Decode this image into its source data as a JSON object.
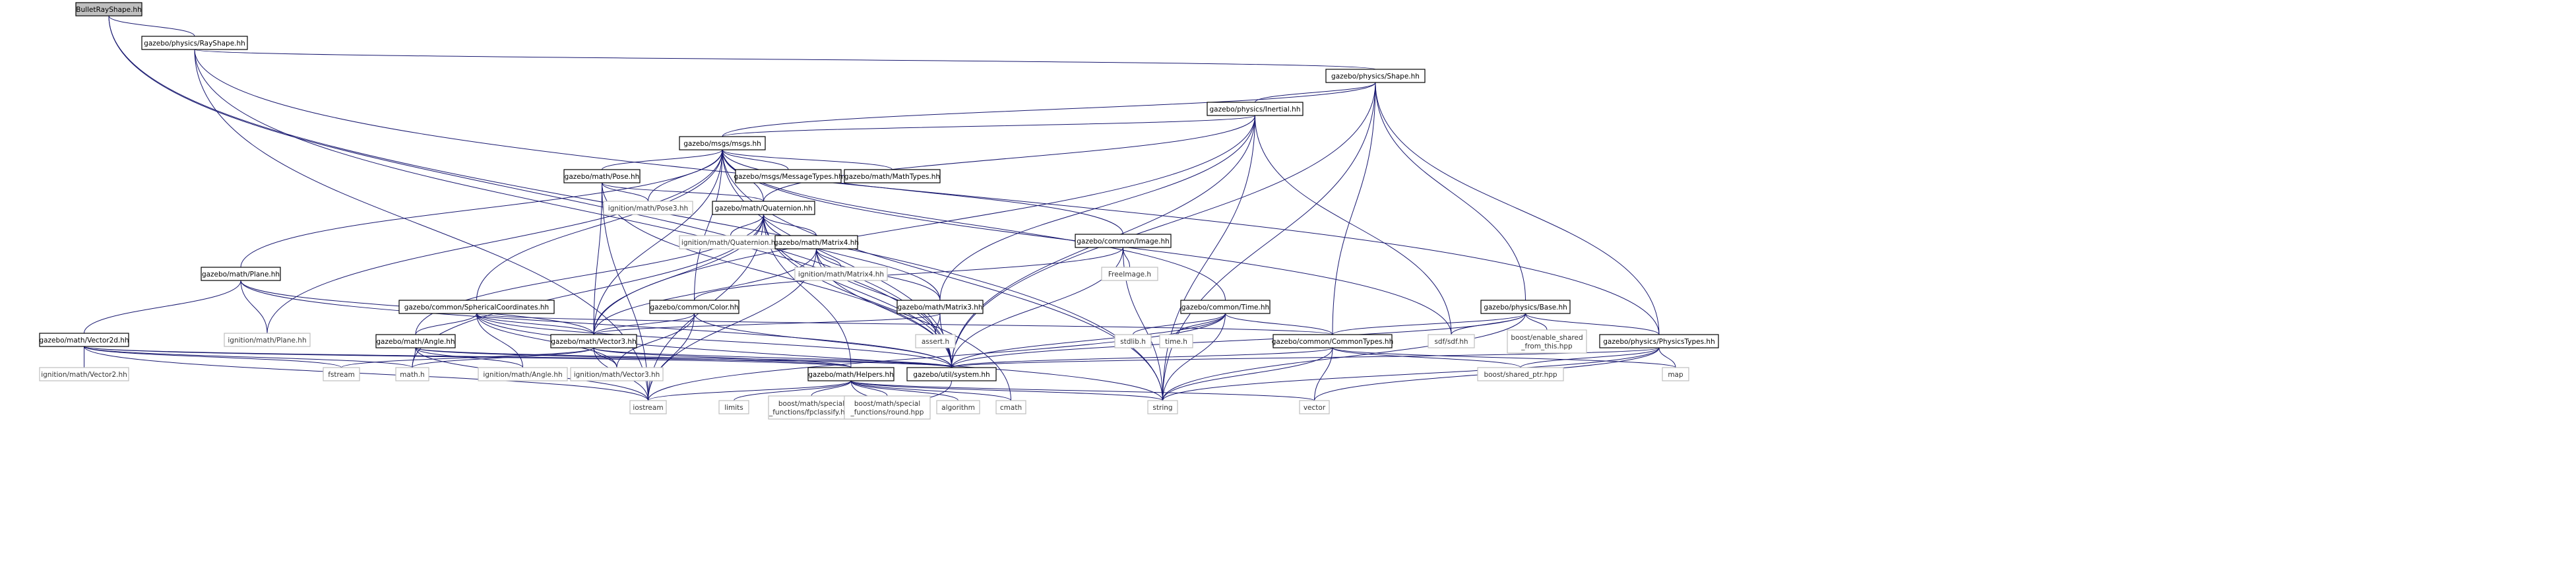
{
  "diagram": {
    "type": "include-dependency-graph",
    "colors": {
      "root_fill": "#bfbfbf",
      "node_border": "#000000",
      "external_border": "#bfbfbf",
      "edge": "#191970",
      "background": "#ffffff"
    },
    "nodes": [
      {
        "id": "root",
        "label": "BulletRayShape.hh",
        "kind": "root"
      },
      {
        "id": "rayshape",
        "label": "gazebo/physics/RayShape.hh",
        "kind": "doc"
      },
      {
        "id": "shape",
        "label": "gazebo/physics/Shape.hh",
        "kind": "doc"
      },
      {
        "id": "inertial",
        "label": "gazebo/physics/Inertial.hh",
        "kind": "doc"
      },
      {
        "id": "msgs",
        "label": "gazebo/msgs/msgs.hh",
        "kind": "doc"
      },
      {
        "id": "pose",
        "label": "gazebo/math/Pose.hh",
        "kind": "doc"
      },
      {
        "id": "msgtypes",
        "label": "gazebo/msgs/MessageTypes.hh",
        "kind": "doc"
      },
      {
        "id": "mathtypes",
        "label": "gazebo/math/MathTypes.hh",
        "kind": "doc"
      },
      {
        "id": "ignpose3",
        "label": "ignition/math/Pose3.hh",
        "kind": "ext"
      },
      {
        "id": "quat",
        "label": "gazebo/math/Quaternion.hh",
        "kind": "doc"
      },
      {
        "id": "ignquat",
        "label": "ignition/math/Quaternion.hh",
        "kind": "ext"
      },
      {
        "id": "mat4",
        "label": "gazebo/math/Matrix4.hh",
        "kind": "doc"
      },
      {
        "id": "ignmat4",
        "label": "ignition/math/Matrix4.hh",
        "kind": "ext"
      },
      {
        "id": "image",
        "label": "gazebo/common/Image.hh",
        "kind": "doc"
      },
      {
        "id": "freeimage",
        "label": "FreeImage.h",
        "kind": "ext"
      },
      {
        "id": "plane",
        "label": "gazebo/math/Plane.hh",
        "kind": "doc"
      },
      {
        "id": "sphcoord",
        "label": "gazebo/common/SphericalCoordinates.hh",
        "kind": "doc"
      },
      {
        "id": "color",
        "label": "gazebo/common/Color.hh",
        "kind": "doc"
      },
      {
        "id": "mat3",
        "label": "gazebo/math/Matrix3.hh",
        "kind": "doc"
      },
      {
        "id": "time",
        "label": "gazebo/common/Time.hh",
        "kind": "doc"
      },
      {
        "id": "base",
        "label": "gazebo/physics/Base.hh",
        "kind": "doc"
      },
      {
        "id": "vec2d",
        "label": "gazebo/math/Vector2d.hh",
        "kind": "doc"
      },
      {
        "id": "ignplane",
        "label": "ignition/math/Plane.hh",
        "kind": "ext"
      },
      {
        "id": "angle",
        "label": "gazebo/math/Angle.hh",
        "kind": "doc"
      },
      {
        "id": "vec3",
        "label": "gazebo/math/Vector3.hh",
        "kind": "doc"
      },
      {
        "id": "assert",
        "label": "assert.h",
        "kind": "ext"
      },
      {
        "id": "stdlib",
        "label": "stdlib.h",
        "kind": "ext"
      },
      {
        "id": "timeh",
        "label": "time.h",
        "kind": "ext"
      },
      {
        "id": "commontypes",
        "label": "gazebo/common/CommonTypes.hh",
        "kind": "doc"
      },
      {
        "id": "boostenable",
        "label": "boost/enable_shared\n_from_this.hpp",
        "kind": "ext"
      },
      {
        "id": "sdf",
        "label": "sdf/sdf.hh",
        "kind": "ext"
      },
      {
        "id": "physicstypes",
        "label": "gazebo/physics/PhysicsTypes.hh",
        "kind": "doc"
      },
      {
        "id": "ignvec2",
        "label": "ignition/math/Vector2.hh",
        "kind": "ext"
      },
      {
        "id": "fstream",
        "label": "fstream",
        "kind": "ext"
      },
      {
        "id": "mathh",
        "label": "math.h",
        "kind": "ext"
      },
      {
        "id": "ignangle",
        "label": "ignition/math/Angle.hh",
        "kind": "ext"
      },
      {
        "id": "ignvec3",
        "label": "ignition/math/Vector3.hh",
        "kind": "ext"
      },
      {
        "id": "helpers",
        "label": "gazebo/math/Helpers.hh",
        "kind": "doc"
      },
      {
        "id": "system",
        "label": "gazebo/util/system.hh",
        "kind": "doc"
      },
      {
        "id": "boostshared",
        "label": "boost/shared_ptr.hpp",
        "kind": "ext"
      },
      {
        "id": "map",
        "label": "map",
        "kind": "ext"
      },
      {
        "id": "iostream",
        "label": "iostream",
        "kind": "ext"
      },
      {
        "id": "limits",
        "label": "limits",
        "kind": "ext"
      },
      {
        "id": "fpclassify",
        "label": "boost/math/special\n_functions/fpclassify.hpp",
        "kind": "ext"
      },
      {
        "id": "round",
        "label": "boost/math/special\n_functions/round.hpp",
        "kind": "ext"
      },
      {
        "id": "algorithm",
        "label": "algorithm",
        "kind": "ext"
      },
      {
        "id": "cmath",
        "label": "cmath",
        "kind": "ext"
      },
      {
        "id": "string",
        "label": "string",
        "kind": "ext"
      },
      {
        "id": "vector",
        "label": "vector",
        "kind": "ext"
      }
    ],
    "edges": [
      [
        "root",
        "rayshape"
      ],
      [
        "root",
        "system"
      ],
      [
        "root",
        "string"
      ],
      [
        "rayshape",
        "shape"
      ],
      [
        "rayshape",
        "system"
      ],
      [
        "rayshape",
        "iostream"
      ],
      [
        "rayshape",
        "physicstypes"
      ],
      [
        "shape",
        "inertial"
      ],
      [
        "shape",
        "msgs"
      ],
      [
        "shape",
        "commontypes"
      ],
      [
        "shape",
        "base"
      ],
      [
        "shape",
        "physicstypes"
      ],
      [
        "shape",
        "system"
      ],
      [
        "shape",
        "string"
      ],
      [
        "inertial",
        "msgs"
      ],
      [
        "inertial",
        "quat"
      ],
      [
        "inertial",
        "mat3"
      ],
      [
        "inertial",
        "vec3"
      ],
      [
        "inertial",
        "sdf"
      ],
      [
        "inertial",
        "system"
      ],
      [
        "inertial",
        "string"
      ],
      [
        "msgs",
        "pose"
      ],
      [
        "msgs",
        "msgtypes"
      ],
      [
        "msgs",
        "mathtypes"
      ],
      [
        "msgs",
        "ignpose3"
      ],
      [
        "msgs",
        "quat"
      ],
      [
        "msgs",
        "image"
      ],
      [
        "msgs",
        "plane"
      ],
      [
        "msgs",
        "sphcoord"
      ],
      [
        "msgs",
        "color"
      ],
      [
        "msgs",
        "time"
      ],
      [
        "msgs",
        "vec3"
      ],
      [
        "msgs",
        "ignplane"
      ],
      [
        "msgs",
        "sdf"
      ],
      [
        "msgs",
        "system"
      ],
      [
        "msgs",
        "string"
      ],
      [
        "pose",
        "ignpose3"
      ],
      [
        "pose",
        "quat"
      ],
      [
        "pose",
        "vec3"
      ],
      [
        "pose",
        "system"
      ],
      [
        "pose",
        "iostream"
      ],
      [
        "quat",
        "ignquat"
      ],
      [
        "quat",
        "mat4"
      ],
      [
        "quat",
        "mat3"
      ],
      [
        "quat",
        "angle"
      ],
      [
        "quat",
        "vec3"
      ],
      [
        "quat",
        "helpers"
      ],
      [
        "quat",
        "system"
      ],
      [
        "quat",
        "mathh"
      ],
      [
        "quat",
        "iostream"
      ],
      [
        "quat",
        "cmath"
      ],
      [
        "mat4",
        "ignmat4"
      ],
      [
        "mat4",
        "mat3"
      ],
      [
        "mat4",
        "vec3"
      ],
      [
        "mat4",
        "assert"
      ],
      [
        "mat4",
        "system"
      ],
      [
        "mat4",
        "iostream"
      ],
      [
        "image",
        "freeimage"
      ],
      [
        "image",
        "color"
      ],
      [
        "image",
        "system"
      ],
      [
        "image",
        "string"
      ],
      [
        "plane",
        "vec2d"
      ],
      [
        "plane",
        "vec3"
      ],
      [
        "plane",
        "ignplane"
      ],
      [
        "plane",
        "system"
      ],
      [
        "sphcoord",
        "angle"
      ],
      [
        "sphcoord",
        "vec3"
      ],
      [
        "sphcoord",
        "commontypes"
      ],
      [
        "sphcoord",
        "ignangle"
      ],
      [
        "sphcoord",
        "ignvec3"
      ],
      [
        "sphcoord",
        "system"
      ],
      [
        "sphcoord",
        "string"
      ],
      [
        "color",
        "vec3"
      ],
      [
        "color",
        "ignvec3"
      ],
      [
        "color",
        "system"
      ],
      [
        "color",
        "iostream"
      ],
      [
        "mat3",
        "vec3"
      ],
      [
        "mat3",
        "assert"
      ],
      [
        "mat3",
        "system"
      ],
      [
        "time",
        "commontypes"
      ],
      [
        "time",
        "stdlib"
      ],
      [
        "time",
        "timeh"
      ],
      [
        "time",
        "system"
      ],
      [
        "time",
        "iostream"
      ],
      [
        "time",
        "string"
      ],
      [
        "base",
        "commontypes"
      ],
      [
        "base",
        "boostenable"
      ],
      [
        "base",
        "sdf"
      ],
      [
        "base",
        "physicstypes"
      ],
      [
        "base",
        "system"
      ],
      [
        "base",
        "string"
      ],
      [
        "vec2d",
        "ignvec2"
      ],
      [
        "vec2d",
        "mathh"
      ],
      [
        "vec2d",
        "system"
      ],
      [
        "vec2d",
        "helpers"
      ],
      [
        "vec2d",
        "iostream"
      ],
      [
        "vec2d",
        "fstream"
      ],
      [
        "angle",
        "mathh"
      ],
      [
        "angle",
        "helpers"
      ],
      [
        "angle",
        "ignangle"
      ],
      [
        "angle",
        "system"
      ],
      [
        "angle",
        "iostream"
      ],
      [
        "vec3",
        "mathh"
      ],
      [
        "vec3",
        "fstream"
      ],
      [
        "vec3",
        "ignvec3"
      ],
      [
        "vec3",
        "helpers"
      ],
      [
        "vec3",
        "system"
      ],
      [
        "vec3",
        "iostream"
      ],
      [
        "commontypes",
        "system"
      ],
      [
        "commontypes",
        "boostshared"
      ],
      [
        "commontypes",
        "map"
      ],
      [
        "commontypes",
        "string"
      ],
      [
        "commontypes",
        "vector"
      ],
      [
        "physicstypes",
        "system"
      ],
      [
        "physicstypes",
        "boostshared"
      ],
      [
        "physicstypes",
        "map"
      ],
      [
        "physicstypes",
        "string"
      ],
      [
        "physicstypes",
        "vector"
      ],
      [
        "helpers",
        "iostream"
      ],
      [
        "helpers",
        "limits"
      ],
      [
        "helpers",
        "fpclassify"
      ],
      [
        "helpers",
        "round"
      ],
      [
        "helpers",
        "algorithm"
      ],
      [
        "helpers",
        "cmath"
      ],
      [
        "helpers",
        "string"
      ],
      [
        "helpers",
        "vector"
      ],
      [
        "helpers",
        "system"
      ]
    ]
  }
}
